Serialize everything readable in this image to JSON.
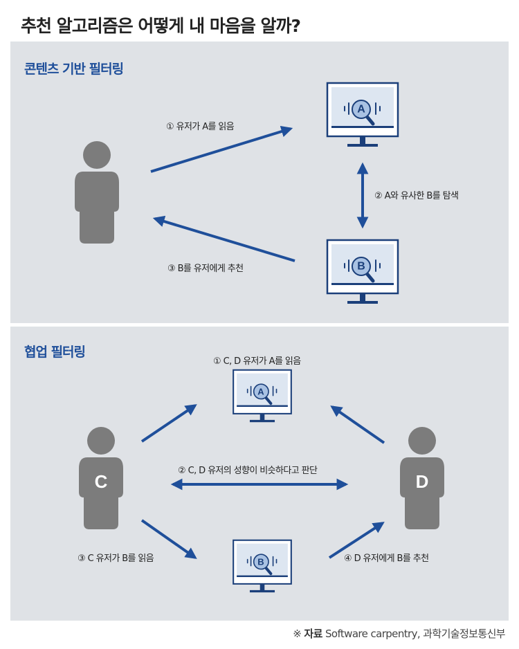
{
  "title": "추천 알고리즘은 어떻게 내 마음을 알까?",
  "colors": {
    "panel_bg": "#dfe2e6",
    "accent_blue": "#1f4f9a",
    "person_gray": "#7c7c7c",
    "monitor_screen": "#dde6f1",
    "monitor_stand": "#1b3f7a"
  },
  "content_based": {
    "section_title": "콘텐츠 기반 필터링",
    "step1": "① 유저가 A를 읽음",
    "step2": "② A와 유사한 B를 탐색",
    "step3": "③ B를 유저에게 추천",
    "monitor_a_letter": "A",
    "monitor_b_letter": "B"
  },
  "collaborative": {
    "section_title": "협업 필터링",
    "step1": "① C, D 유저가 A를 읽음",
    "step2": "② C, D 유저의 성향이 비슷하다고 판단",
    "step3": "③ C 유저가 B를 읽음",
    "step4": "④ D 유저에게 B를 추천",
    "user_c": "C",
    "user_d": "D",
    "monitor_a_letter": "A",
    "monitor_b_letter": "B"
  },
  "source": {
    "prefix": "※",
    "label": "자료",
    "text": "Software carpentry, 과학기술정보통신부"
  },
  "icons": [
    "person-icon",
    "monitor-icon",
    "magnifier-icon",
    "arrow-icon"
  ]
}
